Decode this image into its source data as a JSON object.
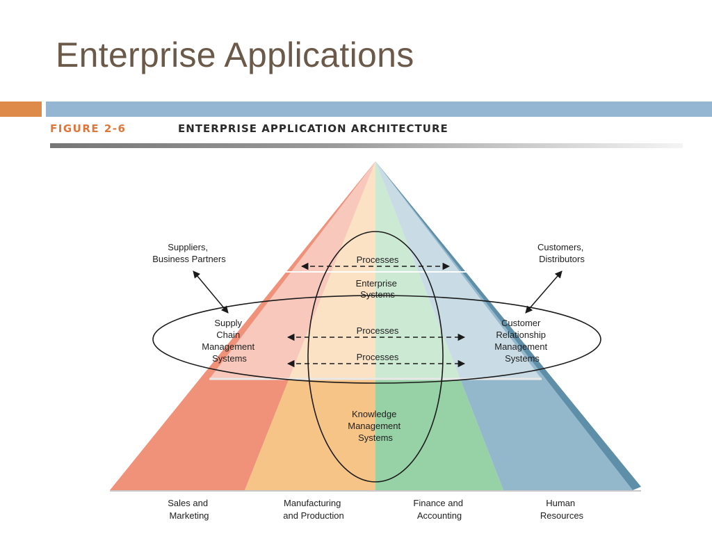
{
  "slide": {
    "title": "Enterprise Applications"
  },
  "figure": {
    "label": "FIGURE 2-6",
    "title": "ENTERPRISE APPLICATION ARCHITECTURE"
  },
  "external": {
    "suppliers": [
      "Suppliers,",
      "Business Partners"
    ],
    "customers": [
      "Customers,",
      "Distributors"
    ]
  },
  "systems": {
    "scm": [
      "Supply",
      "Chain",
      "Management",
      "Systems"
    ],
    "crm": [
      "Customer",
      "Relationship",
      "Management",
      "Systems"
    ],
    "enterprise": [
      "Enterprise",
      "Systems"
    ],
    "kms": [
      "Knowledge",
      "Management",
      "Systems"
    ]
  },
  "processes": [
    "Processes",
    "Processes",
    "Processes"
  ],
  "functional_areas": [
    [
      "Sales and",
      "Marketing"
    ],
    [
      "Manufacturing",
      "and Production"
    ],
    [
      "Finance and",
      "Accounting"
    ],
    [
      "Human",
      "Resources"
    ]
  ],
  "colors": {
    "title": "#6b5a49",
    "accent_orange": "#de8a4a",
    "accent_blue": "#94b6d2",
    "sales": "#f0917a",
    "manufacturing": "#f7c488",
    "finance": "#97d2a6",
    "hr": "#93b8cc"
  }
}
